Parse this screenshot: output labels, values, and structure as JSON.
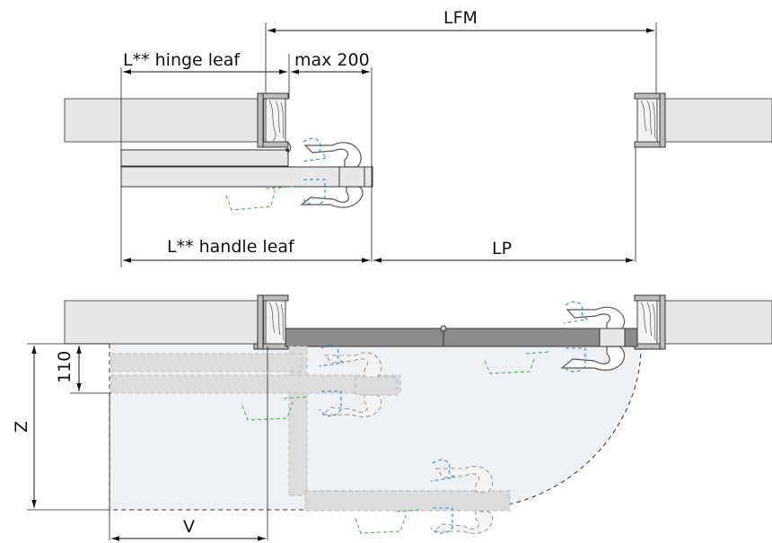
{
  "dimensions": {
    "lfm": "LFM",
    "hinge_leaf": "L** hinge leaf",
    "max_200": "max 200",
    "handle_leaf": "L** handle leaf",
    "lp": "LP",
    "d110": "110",
    "z": "Z",
    "v": "V"
  }
}
